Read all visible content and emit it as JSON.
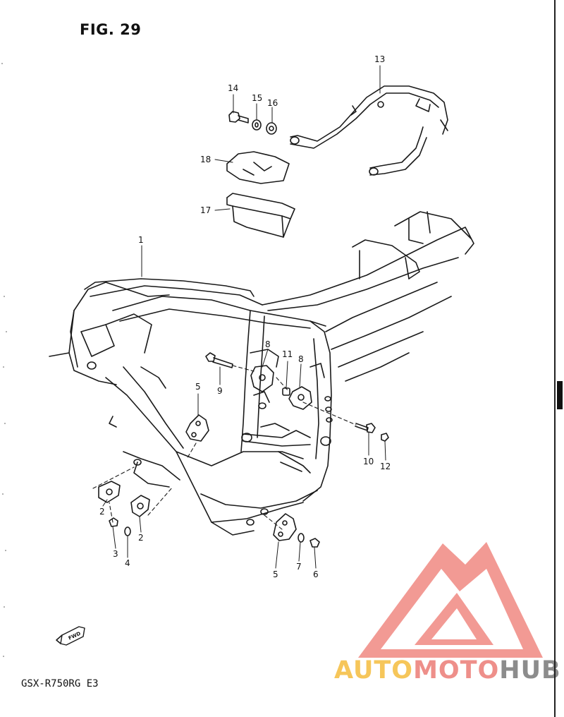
{
  "figure": {
    "title": "FIG. 29",
    "model": "GSX-R750RG E3",
    "fwd_label": "FWD"
  },
  "callouts": {
    "c1": "1",
    "c2a": "2",
    "c2b": "2",
    "c3": "3",
    "c4": "4",
    "c5a": "5",
    "c5b": "5",
    "c6": "6",
    "c7": "7",
    "c8a": "8",
    "c8b": "8",
    "c9": "9",
    "c10": "10",
    "c11": "11",
    "c12": "12",
    "c13": "13",
    "c14": "14",
    "c15": "15",
    "c16": "16",
    "c17": "17",
    "c18": "18"
  },
  "watermark": {
    "part1": "AUTO",
    "part2": "MOTO",
    "part3": "HUB",
    "colors": {
      "auto": "#f6c65a",
      "moto": "#ee8f8a",
      "hub": "#8c8c8c",
      "logo": "#f29a94"
    }
  }
}
